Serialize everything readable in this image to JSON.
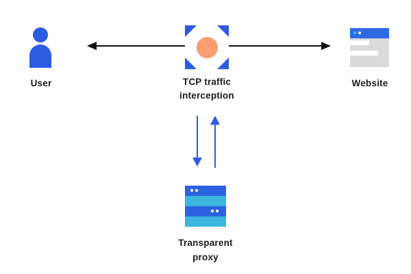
{
  "diagram": {
    "nodes": {
      "user": {
        "label": "User",
        "icon": "person-icon"
      },
      "interception": {
        "label_lines": [
          "TCP traffic",
          "interception"
        ],
        "icon": "crosshair-target-icon"
      },
      "website": {
        "label": "Website",
        "icon": "browser-window-icon"
      },
      "proxy": {
        "label_lines": [
          "Transparent",
          "proxy"
        ],
        "icon": "server-stack-icon"
      }
    },
    "edges": [
      {
        "from": "interception",
        "to": "user",
        "direction": "left",
        "style": "black-arrow"
      },
      {
        "from": "interception",
        "to": "website",
        "direction": "right",
        "style": "black-arrow"
      },
      {
        "from": "interception",
        "to": "proxy",
        "direction": "down",
        "style": "blue-arrow"
      },
      {
        "from": "proxy",
        "to": "interception",
        "direction": "up",
        "style": "blue-arrow"
      }
    ],
    "colors": {
      "blue": "#2c5ce2",
      "blue-website": "#2e6be2",
      "proxy-dark": "#2b63e0",
      "light-blue": "#3cb5df",
      "teal": "#41c4c6",
      "orange": "#fa9d6f",
      "gray": "#dbdbdb",
      "arrow-black": "#111111",
      "text": "#1b1b1b"
    }
  }
}
